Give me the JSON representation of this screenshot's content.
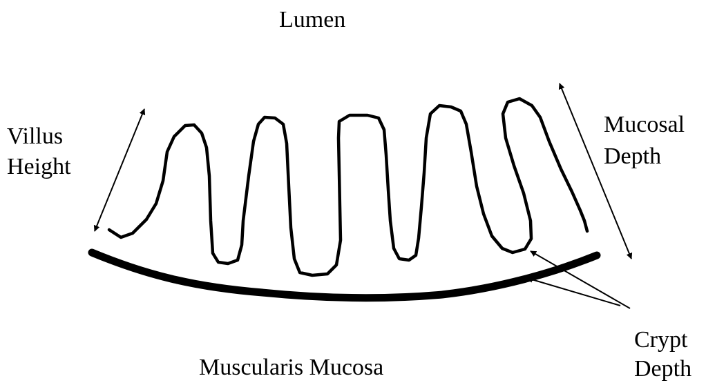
{
  "labels": {
    "lumen": "Lumen",
    "villus_height_line1": "Villus",
    "villus_height_line2": "Height",
    "mucosal_depth_line1": "Mucosal",
    "mucosal_depth_line2": "Depth",
    "crypt_depth_line1": "Crypt",
    "crypt_depth_line2": "Depth",
    "muscularis": "Muscularis Mucosa"
  },
  "colors": {
    "ink": "#000000",
    "background": "#ffffff"
  }
}
